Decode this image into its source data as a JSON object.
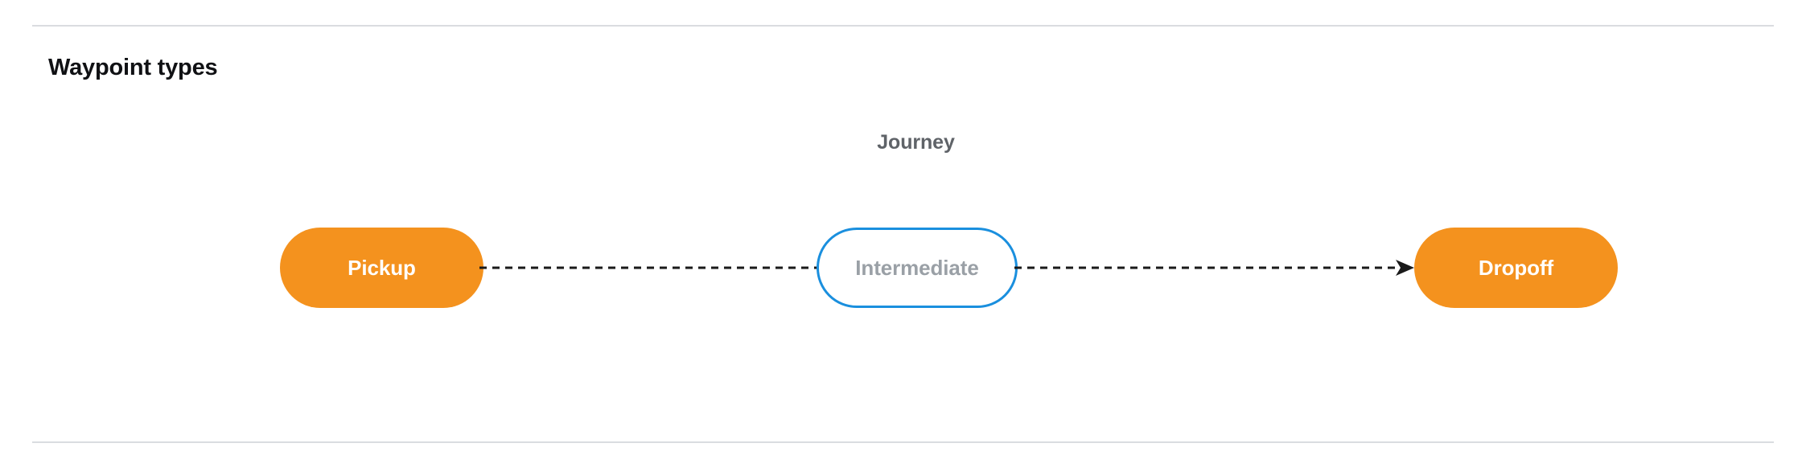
{
  "page": {
    "title": "Waypoint types",
    "background_color": "#ffffff",
    "divider_color": "#dadce0"
  },
  "diagram": {
    "group_label": "Journey",
    "group_label_color": "#5f6368",
    "nodes": [
      {
        "id": "pickup",
        "label": "Pickup",
        "shape": "pill",
        "fill": "#f4921e",
        "text_color": "#ffffff",
        "border": "none"
      },
      {
        "id": "intermediate",
        "label": "Intermediate",
        "shape": "pill",
        "fill": "#ffffff",
        "text_color": "#9aa0a6",
        "border": "#1a8fde"
      },
      {
        "id": "dropoff",
        "label": "Dropoff",
        "shape": "pill",
        "fill": "#f4921e",
        "text_color": "#ffffff",
        "border": "none"
      }
    ],
    "connectors": [
      {
        "id": "pickup-to-intermediate",
        "from": "pickup",
        "to": "intermediate",
        "style": "dashed",
        "color": "#1a1a1a",
        "arrowhead": false
      },
      {
        "id": "intermediate-to-dropoff",
        "from": "intermediate",
        "to": "dropoff",
        "style": "dashed",
        "color": "#1a1a1a",
        "arrowhead": true
      }
    ]
  }
}
